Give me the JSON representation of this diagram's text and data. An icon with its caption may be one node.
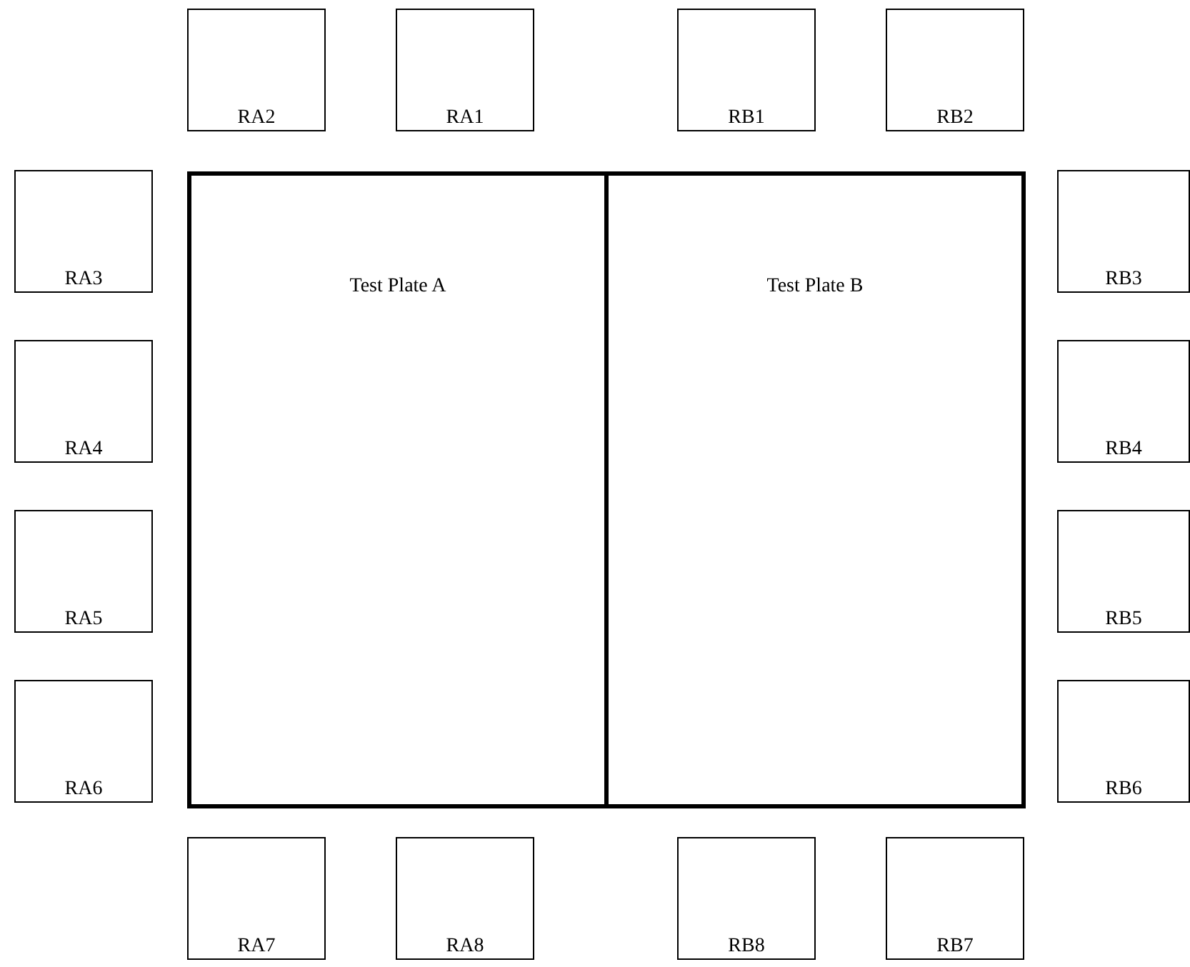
{
  "diagram": {
    "nodes": [
      {
        "text": [
          "RA2"
        ]
      },
      {
        "text": [
          "RA1"
        ]
      },
      {
        "text": [
          "RB1"
        ]
      },
      {
        "text": [
          "RB2"
        ]
      },
      {
        "text": [
          "RA3"
        ]
      },
      {
        "text": [
          "Test Plate A"
        ]
      },
      {
        "text": [
          "Test Plate B"
        ]
      },
      {
        "text": [
          "RB3"
        ]
      },
      {
        "text": [
          "RA4"
        ]
      },
      {
        "text": [
          "RB4"
        ]
      },
      {
        "text": [
          "RA5"
        ]
      },
      {
        "text": [
          "RB5"
        ]
      },
      {
        "text": [
          "RA6"
        ]
      },
      {
        "text": [
          "RB6"
        ]
      },
      {
        "text": [
          "RA7"
        ]
      },
      {
        "text": [
          "RA8"
        ]
      },
      {
        "text": [
          "RB8"
        ]
      },
      {
        "text": [
          "RB7"
        ]
      }
    ]
  }
}
